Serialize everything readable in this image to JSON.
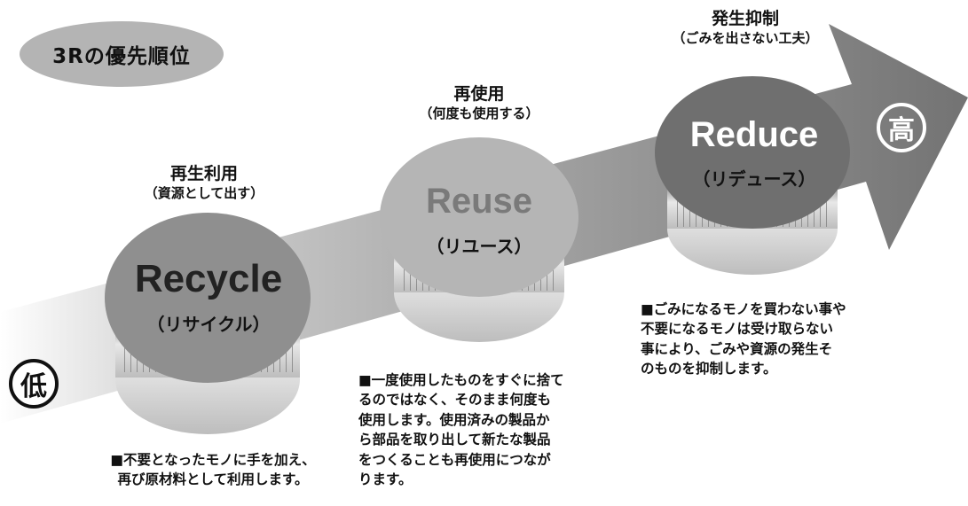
{
  "diagram": {
    "title": "3Rの優先順位",
    "levels": [
      {
        "heading": "再生利用",
        "subheading": "（資源として出す）",
        "name_en": "Recycle",
        "name_jp": "（リサイクル）",
        "description": "■不要となったモノに手を加え、\n再び原材料として利用します。"
      },
      {
        "heading": "再使用",
        "subheading": "（何度も使用する）",
        "name_en": "Reuse",
        "name_jp": "（リユース）",
        "description": "■一度使用したものをすぐに捨て\nるのではなく、そのまま何度も\n使用します。使用済みの製品か\nら部品を取り出して新たな製品\nをつくることも再使用につなが\nります。"
      },
      {
        "heading": "発生抑制",
        "subheading": "（ごみを出さない工夫）",
        "name_en": "Reduce",
        "name_jp": "（リデュース）",
        "description": "■ごみになるモノを買わない事や\n不要になるモノは受け取らない\n事により、ごみや資源の発生そ\nのものを抑制します。"
      }
    ],
    "low_marker": "低",
    "high_marker": "高"
  },
  "colors": {
    "pill": "#b4b4b4",
    "arrow": "#7a7a7a",
    "coin_recycle": "#8f8f8f",
    "coin_reuse": "#b5b5b5",
    "coin_reduce": "#6f6f6f",
    "coin_base": "#d6d6d6"
  }
}
